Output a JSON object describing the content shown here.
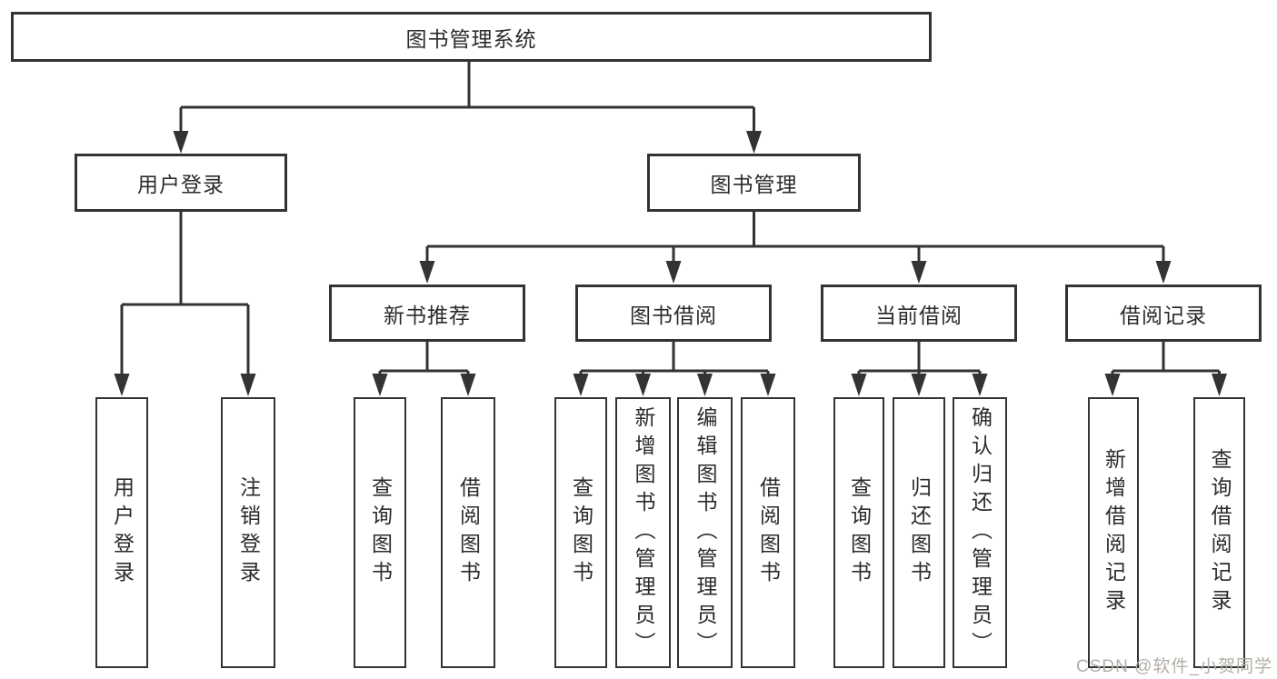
{
  "colors": {
    "line": "#333333",
    "text": "#2b2b2b",
    "watermark": "#b3aea8",
    "box-bg": "#ffffff"
  },
  "watermark": {
    "text": "CSDN @软件_小贺同学"
  },
  "tree": {
    "label": "图书管理系统",
    "children": [
      {
        "label": "用户登录",
        "children": [
          {
            "label": "用户登录"
          },
          {
            "label": "注销登录"
          }
        ]
      },
      {
        "label": "图书管理",
        "children": [
          {
            "label": "新书推荐",
            "children": [
              {
                "label": "查询图书"
              },
              {
                "label": "借阅图书"
              }
            ]
          },
          {
            "label": "图书借阅",
            "children": [
              {
                "label": "查询图书"
              },
              {
                "label": "新增图书（管理员）"
              },
              {
                "label": "编辑图书（管理员）"
              },
              {
                "label": "借阅图书"
              }
            ]
          },
          {
            "label": "当前借阅",
            "children": [
              {
                "label": "查询图书"
              },
              {
                "label": "归还图书"
              },
              {
                "label": "确认归还（管理员）"
              }
            ]
          },
          {
            "label": "借阅记录",
            "children": [
              {
                "label": "新增借阅记录"
              },
              {
                "label": "查询借阅记录"
              }
            ]
          }
        ]
      }
    ]
  }
}
